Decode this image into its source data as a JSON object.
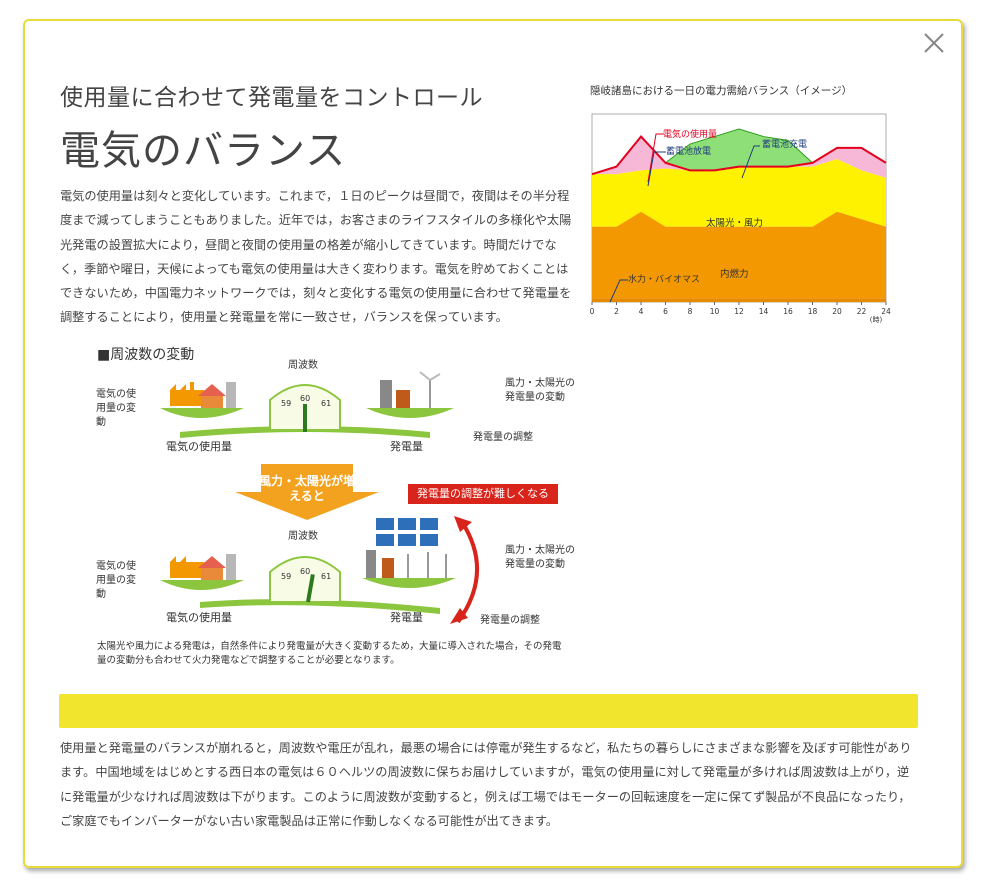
{
  "header": {
    "subtitle": "使用量に合わせて発電量をコントロール",
    "title": "電気のバランス",
    "close_label": "×"
  },
  "intro": "電気の使用量は刻々と変化しています。これまで，１日のピークは昼間で，夜間はその半分程度まで減ってしまうこともありました。近年では，お客さまのライフスタイルの多様化や太陽光発電の設置拡大により，昼間と夜間の使用量の格差が縮小してきています。時間だけでなく，季節や曜日，天候によっても電気の使用量は大きく変わります。電気を貯めておくことはできないため，中国電力ネットワークでは，刻々と変化する電気の使用量に合わせて発電量を調整することにより，使用量と発電量を常に一致させ，バランスを保っています。",
  "chart": {
    "title": "隠岐諸島における一日の電力需給バランス（イメージ）",
    "labels": {
      "usage": "電気の使用量",
      "discharge": "蓄電池放電",
      "charge": "蓄電池充電",
      "solar_wind": "太陽光・風力",
      "combustion": "内燃力",
      "hydro_bio": "水力・バイオマス",
      "unit": "(時)"
    },
    "colors": {
      "usage_line": "#e5001e",
      "discharge": "#f7b8d8",
      "charge": "#5ed13e",
      "solar_wind": "#fff200",
      "combustion": "#f39800",
      "hydro": "#e88a00"
    }
  },
  "chart_data": {
    "type": "area",
    "title": "隠岐諸島における一日の電力需給バランス（イメージ）",
    "xlabel": "(時)",
    "ylabel": "",
    "x": [
      0,
      2,
      4,
      6,
      8,
      10,
      12,
      14,
      16,
      18,
      20,
      22,
      24
    ],
    "xlim": [
      0,
      24
    ],
    "series": [
      {
        "name": "水力・バイオマス",
        "values": [
          2,
          2,
          2,
          2,
          2,
          2,
          2,
          2,
          2,
          2,
          2,
          2,
          2
        ]
      },
      {
        "name": "内燃力",
        "values": [
          40,
          40,
          48,
          40,
          40,
          40,
          40,
          40,
          40,
          40,
          48,
          44,
          40
        ]
      },
      {
        "name": "太陽光・風力",
        "values": [
          68,
          68,
          70,
          71,
          70,
          70,
          72,
          72,
          72,
          72,
          76,
          70,
          66
        ]
      },
      {
        "name": "蓄電池放電",
        "values": [
          68,
          72,
          88,
          74,
          70,
          70,
          72,
          72,
          72,
          74,
          82,
          82,
          74
        ]
      },
      {
        "name": "蓄電池充電",
        "values": [
          68,
          72,
          88,
          74,
          84,
          88,
          92,
          88,
          86,
          74,
          82,
          82,
          74
        ]
      },
      {
        "name": "電気の使用量",
        "values": [
          68,
          72,
          88,
          74,
          70,
          70,
          72,
          72,
          72,
          74,
          82,
          82,
          74
        ]
      }
    ],
    "ticks": [
      "0",
      "2",
      "4",
      "6",
      "8",
      "10",
      "12",
      "14",
      "16",
      "18",
      "20",
      "22",
      "24"
    ]
  },
  "diagram": {
    "section_title": "■周波数の変動",
    "top": {
      "frequency": "周波数",
      "left_change": "電気の使用量の変動",
      "right_change": "風力・太陽光の発電量の変動",
      "left_pan": "電気の使用量",
      "right_pan": "発電量",
      "adjust": "発電量の調整",
      "dial": [
        "59",
        "60",
        "61"
      ]
    },
    "arrow_text": "風力・太陽光が増えると",
    "warning": "発電量の調整が難しくなる",
    "bottom": {
      "frequency": "周波数",
      "left_change": "電気の使用量の変動",
      "right_change": "風力・太陽光の発電量の変動",
      "left_pan": "電気の使用量",
      "right_pan": "発電量",
      "adjust": "発電量の調整",
      "dial": [
        "59",
        "60",
        "61"
      ]
    },
    "footnote": "太陽光や風力による発電は，自然条件により発電量が大きく変動するため，大量に導入された場合，その発電量の変動分も合わせて火力発電などで調整することが必要となります。"
  },
  "bottom_text": "使用量と発電量のバランスが崩れると，周波数や電圧が乱れ，最悪の場合には停電が発生するなど，私たちの暮らしにさまざまな影響を及ぼす可能性があります。中国地域をはじめとする西日本の電気は６０ヘルツの周波数に保ちお届けしていますが，電気の使用量に対して発電量が多ければ周波数は上がり，逆に発電量が少なければ周波数は下がります。このように周波数が変動すると，例えば工場ではモーターの回転速度を一定に保てず製品が不良品になったり，ご家庭でもインバーターがない古い家電製品は正常に作動しなくなる可能性が出てきます。"
}
